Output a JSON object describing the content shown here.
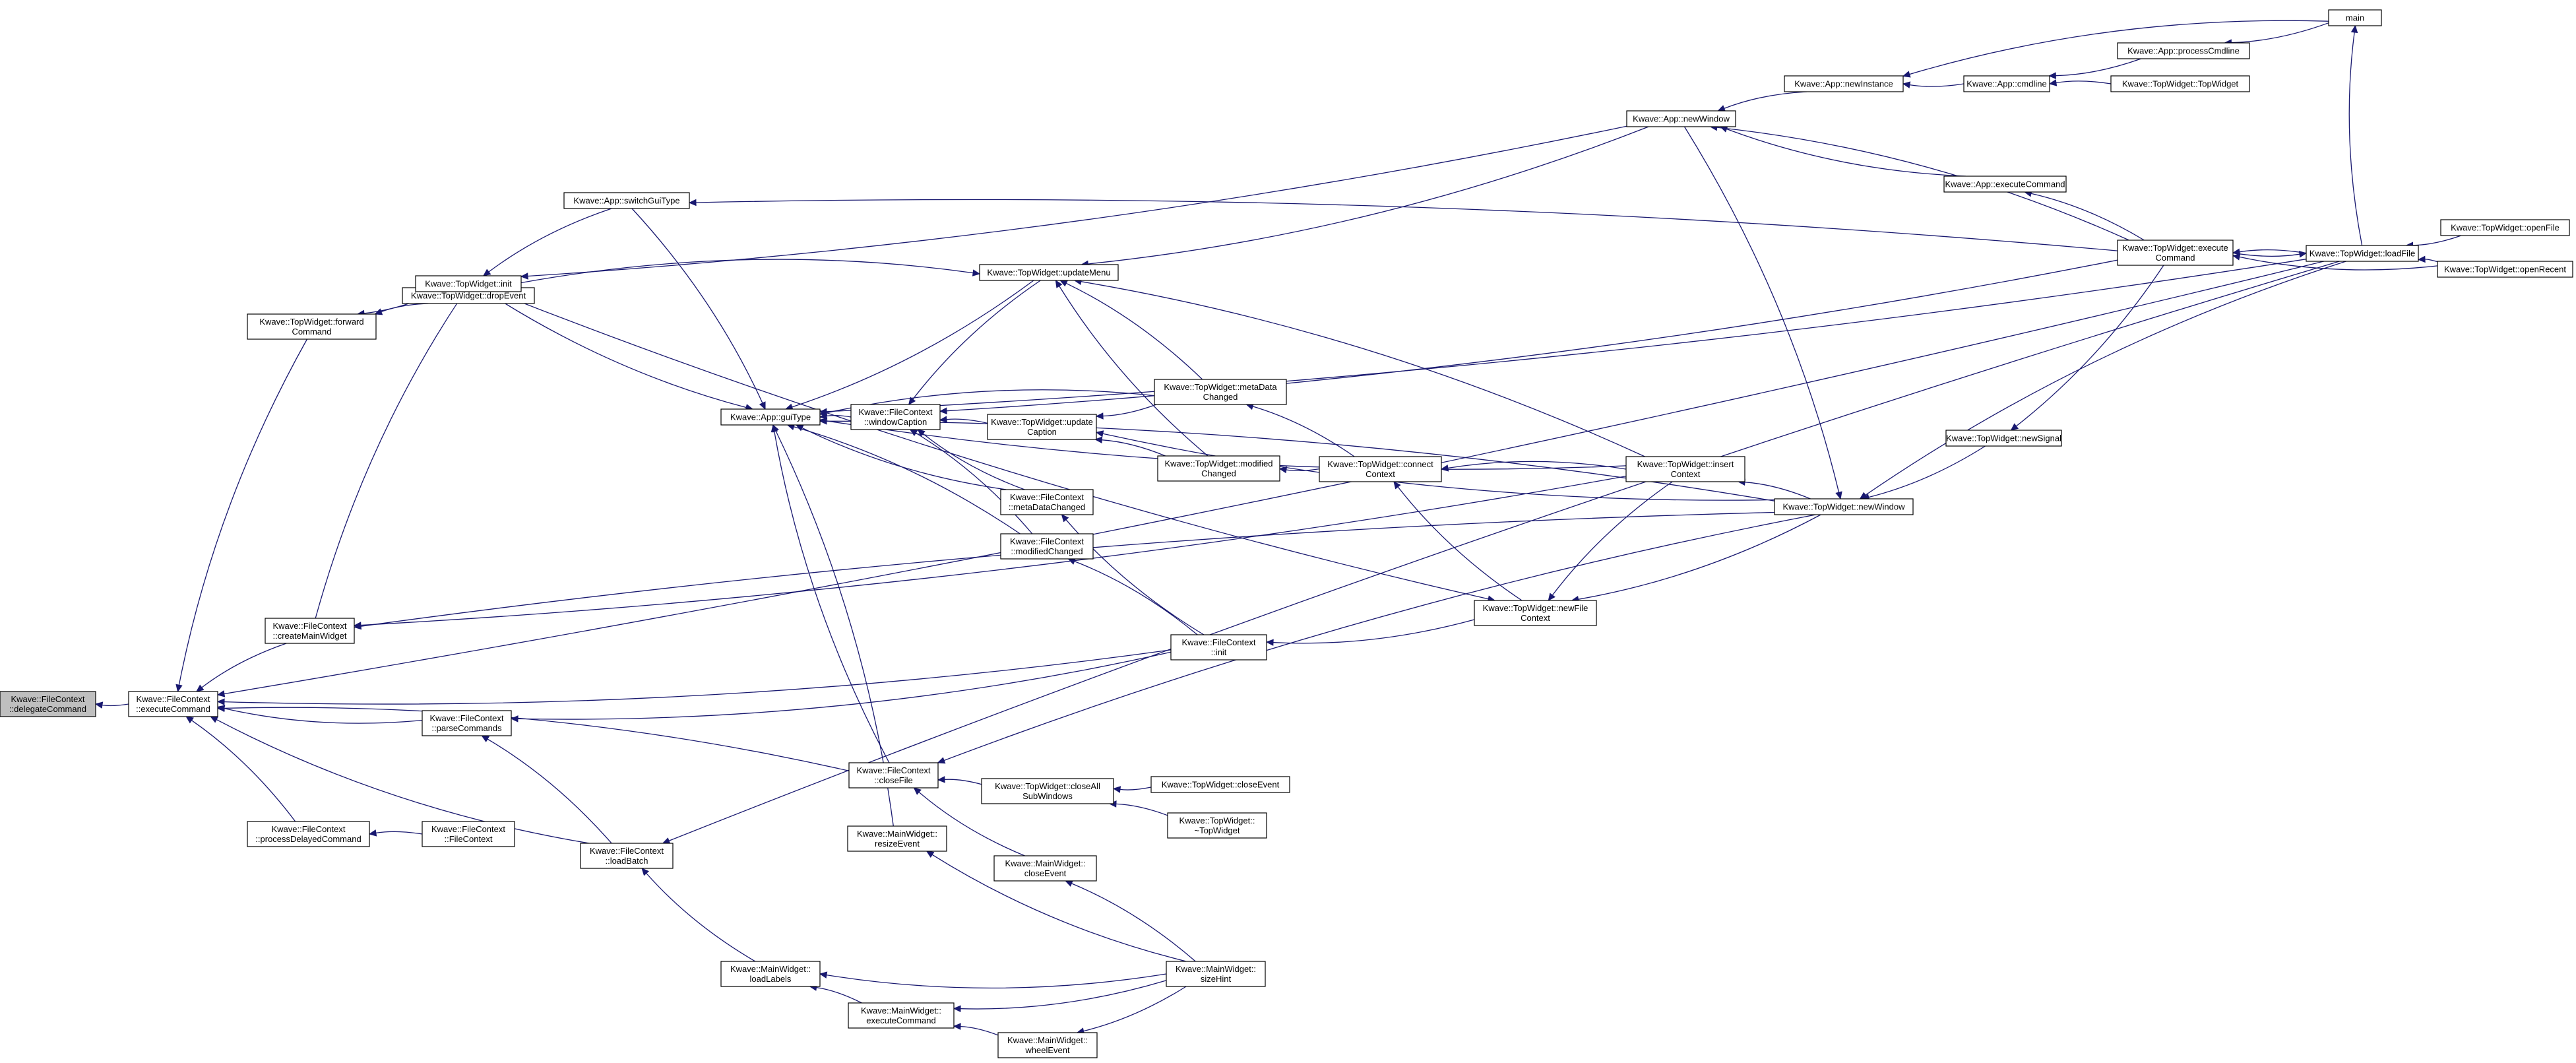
{
  "colors": {
    "edge": "#191970",
    "node_border": "#000000",
    "node_fill": "#ffffff",
    "current_fill": "#bfbfbf"
  },
  "nodes": [
    {
      "id": "delegate",
      "lines": [
        "Kwave::FileContext",
        "::delegateCommand"
      ],
      "current": true
    },
    {
      "id": "fc_exec",
      "lines": [
        "Kwave::FileContext",
        "::executeCommand"
      ]
    },
    {
      "id": "fc_createMain",
      "lines": [
        "Kwave::FileContext",
        "::createMainWidget"
      ]
    },
    {
      "id": "fc_parse",
      "lines": [
        "Kwave::FileContext",
        "::parseCommands"
      ]
    },
    {
      "id": "fc_procDelayed",
      "lines": [
        "Kwave::FileContext",
        "::processDelayedCommand"
      ]
    },
    {
      "id": "fc_ctor",
      "lines": [
        "Kwave::FileContext",
        "::FileContext"
      ]
    },
    {
      "id": "fc_loadBatch",
      "lines": [
        "Kwave::FileContext",
        "::loadBatch"
      ]
    },
    {
      "id": "tw_forward",
      "lines": [
        "Kwave::TopWidget::forward",
        "Command"
      ]
    },
    {
      "id": "tw_drop",
      "lines": [
        "Kwave::TopWidget::dropEvent"
      ]
    },
    {
      "id": "tw_init",
      "lines": [
        "Kwave::TopWidget::init"
      ]
    },
    {
      "id": "app_switch",
      "lines": [
        "Kwave::App::switchGuiType"
      ]
    },
    {
      "id": "app_gui",
      "lines": [
        "Kwave::App::guiType"
      ]
    },
    {
      "id": "fc_winCap",
      "lines": [
        "Kwave::FileContext",
        "::windowCaption"
      ]
    },
    {
      "id": "tw_updMenu",
      "lines": [
        "Kwave::TopWidget::updateMenu"
      ]
    },
    {
      "id": "tw_updCap",
      "lines": [
        "Kwave::TopWidget::update",
        "Caption"
      ]
    },
    {
      "id": "tw_metaCh",
      "lines": [
        "Kwave::TopWidget::metaData",
        "Changed"
      ]
    },
    {
      "id": "tw_modCh",
      "lines": [
        "Kwave::TopWidget::modified",
        "Changed"
      ]
    },
    {
      "id": "fc_metaCh",
      "lines": [
        "Kwave::FileContext",
        "::metaDataChanged"
      ]
    },
    {
      "id": "fc_modCh",
      "lines": [
        "Kwave::FileContext",
        "::modifiedChanged"
      ]
    },
    {
      "id": "fc_init",
      "lines": [
        "Kwave::FileContext",
        "::init"
      ]
    },
    {
      "id": "fc_close",
      "lines": [
        "Kwave::FileContext",
        "::closeFile"
      ]
    },
    {
      "id": "tw_closeAll",
      "lines": [
        "Kwave::TopWidget::closeAll",
        "SubWindows"
      ]
    },
    {
      "id": "tw_closeEv",
      "lines": [
        "Kwave::TopWidget::closeEvent"
      ]
    },
    {
      "id": "tw_dtor",
      "lines": [
        "Kwave::TopWidget::",
        "~TopWidget"
      ]
    },
    {
      "id": "mw_resize",
      "lines": [
        "Kwave::MainWidget::",
        "resizeEvent"
      ]
    },
    {
      "id": "mw_closeEv",
      "lines": [
        "Kwave::MainWidget::",
        "closeEvent"
      ]
    },
    {
      "id": "mw_loadLabels",
      "lines": [
        "Kwave::MainWidget::",
        "loadLabels"
      ]
    },
    {
      "id": "mw_exec",
      "lines": [
        "Kwave::MainWidget::",
        "executeCommand"
      ]
    },
    {
      "id": "mw_wheel",
      "lines": [
        "Kwave::MainWidget::",
        "wheelEvent"
      ]
    },
    {
      "id": "mw_size",
      "lines": [
        "Kwave::MainWidget::",
        "sizeHint"
      ]
    },
    {
      "id": "tw_connect",
      "lines": [
        "Kwave::TopWidget::connect",
        "Context"
      ]
    },
    {
      "id": "tw_newFile",
      "lines": [
        "Kwave::TopWidget::newFile",
        "Context"
      ]
    },
    {
      "id": "tw_insert",
      "lines": [
        "Kwave::TopWidget::insert",
        "Context"
      ]
    },
    {
      "id": "tw_newWin",
      "lines": [
        "Kwave::TopWidget::newWindow"
      ]
    },
    {
      "id": "app_newWin",
      "lines": [
        "Kwave::App::newWindow"
      ]
    },
    {
      "id": "app_newInst",
      "lines": [
        "Kwave::App::newInstance"
      ]
    },
    {
      "id": "app_cmdline",
      "lines": [
        "Kwave::App::cmdline"
      ]
    },
    {
      "id": "app_procCmd",
      "lines": [
        "Kwave::App::processCmdline"
      ]
    },
    {
      "id": "tw_ctor",
      "lines": [
        "Kwave::TopWidget::TopWidget"
      ]
    },
    {
      "id": "main",
      "lines": [
        "main"
      ]
    },
    {
      "id": "app_execCmd",
      "lines": [
        "Kwave::App::executeCommand"
      ]
    },
    {
      "id": "tw_newSignal",
      "lines": [
        "Kwave::TopWidget::newSignal"
      ]
    },
    {
      "id": "tw_exec",
      "lines": [
        "Kwave::TopWidget::execute",
        "Command"
      ]
    },
    {
      "id": "tw_loadFile",
      "lines": [
        "Kwave::TopWidget::loadFile"
      ]
    },
    {
      "id": "tw_openFile",
      "lines": [
        "Kwave::TopWidget::openFile"
      ]
    },
    {
      "id": "tw_openRecent",
      "lines": [
        "Kwave::TopWidget::openRecent"
      ]
    }
  ],
  "edges": [
    [
      "fc_exec",
      "delegate"
    ],
    [
      "fc_createMain",
      "fc_exec"
    ],
    [
      "fc_parse",
      "fc_exec"
    ],
    [
      "fc_procDelayed",
      "fc_exec"
    ],
    [
      "fc_loadBatch",
      "fc_exec"
    ],
    [
      "tw_forward",
      "fc_exec"
    ],
    [
      "fc_init",
      "fc_exec"
    ],
    [
      "fc_close",
      "fc_exec"
    ],
    [
      "tw_loadFile",
      "fc_exec"
    ],
    [
      "tw_drop",
      "tw_forward"
    ],
    [
      "tw_init",
      "tw_forward"
    ],
    [
      "fc_ctor",
      "fc_procDelayed"
    ],
    [
      "tw_insert",
      "fc_createMain"
    ],
    [
      "tw_newWin",
      "fc_createMain"
    ],
    [
      "fc_init",
      "fc_parse"
    ],
    [
      "fc_loadBatch",
      "fc_parse"
    ],
    [
      "mw_loadLabels",
      "fc_loadBatch"
    ],
    [
      "tw_loadFile",
      "fc_loadBatch"
    ],
    [
      "fc_createMain",
      "tw_init"
    ],
    [
      "app_switch",
      "tw_init"
    ],
    [
      "app_newWin",
      "tw_init"
    ],
    [
      "tw_init",
      "app_gui"
    ],
    [
      "app_switch",
      "app_gui"
    ],
    [
      "fc_winCap",
      "app_gui"
    ],
    [
      "tw_updMenu",
      "app_gui"
    ],
    [
      "tw_metaCh",
      "app_gui"
    ],
    [
      "fc_metaCh",
      "app_gui"
    ],
    [
      "fc_modCh",
      "app_gui"
    ],
    [
      "fc_close",
      "app_gui"
    ],
    [
      "mw_resize",
      "app_gui"
    ],
    [
      "tw_insert",
      "app_gui"
    ],
    [
      "tw_newWin",
      "app_gui"
    ],
    [
      "tw_loadFile",
      "app_gui"
    ],
    [
      "tw_exec",
      "app_switch"
    ],
    [
      "tw_init",
      "tw_updMenu"
    ],
    [
      "tw_metaCh",
      "tw_updMenu"
    ],
    [
      "tw_modCh",
      "tw_updMenu"
    ],
    [
      "tw_insert",
      "tw_updMenu"
    ],
    [
      "app_newWin",
      "tw_updMenu"
    ],
    [
      "tw_updCap",
      "fc_winCap"
    ],
    [
      "fc_metaCh",
      "fc_winCap"
    ],
    [
      "fc_modCh",
      "fc_winCap"
    ],
    [
      "tw_exec",
      "fc_winCap"
    ],
    [
      "tw_updMenu",
      "fc_winCap"
    ],
    [
      "tw_metaCh",
      "tw_updCap"
    ],
    [
      "tw_modCh",
      "tw_updCap"
    ],
    [
      "tw_newWin",
      "tw_updCap"
    ],
    [
      "tw_connect",
      "tw_metaCh"
    ],
    [
      "tw_connect",
      "tw_modCh"
    ],
    [
      "tw_init",
      "tw_newFile"
    ],
    [
      "fc_init",
      "fc_metaCh"
    ],
    [
      "fc_init",
      "fc_modCh"
    ],
    [
      "tw_newFile",
      "fc_init"
    ],
    [
      "tw_closeAll",
      "fc_close"
    ],
    [
      "mw_closeEv",
      "fc_close"
    ],
    [
      "tw_newWin",
      "fc_close"
    ],
    [
      "tw_closeEv",
      "tw_closeAll"
    ],
    [
      "tw_dtor",
      "tw_closeAll"
    ],
    [
      "mw_size",
      "mw_resize"
    ],
    [
      "mw_size",
      "mw_closeEv"
    ],
    [
      "mw_size",
      "mw_loadLabels"
    ],
    [
      "mw_exec",
      "mw_loadLabels"
    ],
    [
      "mw_size",
      "mw_exec"
    ],
    [
      "mw_wheel",
      "mw_exec"
    ],
    [
      "mw_size",
      "mw_wheel"
    ],
    [
      "tw_insert",
      "tw_connect"
    ],
    [
      "tw_newFile",
      "tw_connect"
    ],
    [
      "tw_insert",
      "tw_newFile"
    ],
    [
      "tw_newWin",
      "tw_newFile"
    ],
    [
      "tw_newWin",
      "tw_insert"
    ],
    [
      "tw_newSignal",
      "tw_newWin"
    ],
    [
      "tw_loadFile",
      "tw_newWin"
    ],
    [
      "app_newWin",
      "tw_newWin"
    ],
    [
      "app_newInst",
      "app_newWin"
    ],
    [
      "app_execCmd",
      "app_newWin"
    ],
    [
      "tw_exec",
      "app_newWin"
    ],
    [
      "app_cmdline",
      "app_newInst"
    ],
    [
      "main",
      "app_newInst"
    ],
    [
      "app_procCmd",
      "app_cmdline"
    ],
    [
      "tw_ctor",
      "app_cmdline"
    ],
    [
      "main",
      "app_procCmd"
    ],
    [
      "tw_exec",
      "app_execCmd"
    ],
    [
      "tw_exec",
      "tw_newSignal"
    ],
    [
      "tw_loadFile",
      "tw_exec"
    ],
    [
      "tw_openRecent",
      "tw_exec"
    ],
    [
      "tw_exec",
      "tw_loadFile"
    ],
    [
      "tw_openFile",
      "tw_loadFile"
    ],
    [
      "tw_openRecent",
      "tw_loadFile"
    ],
    [
      "tw_loadFile",
      "main"
    ]
  ]
}
